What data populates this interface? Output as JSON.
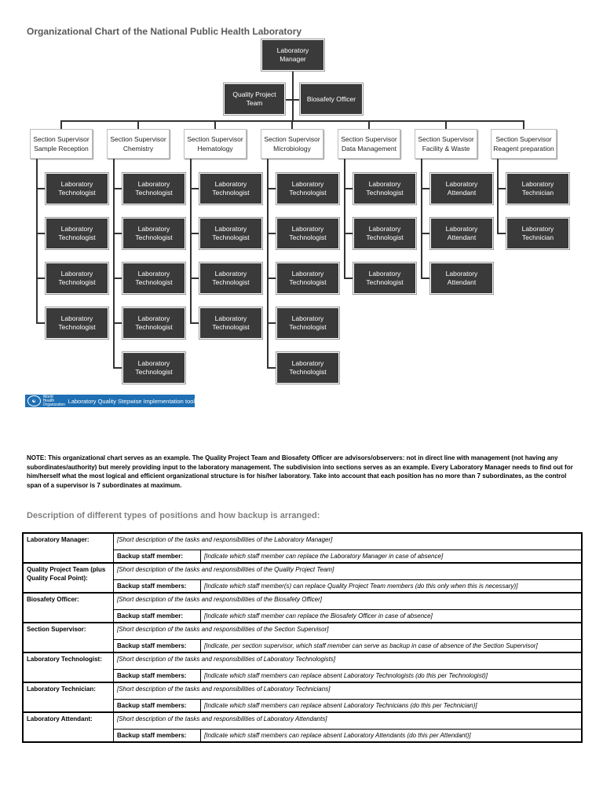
{
  "header": {
    "title": "Organizational Chart of the National Public Health Laboratory"
  },
  "org": {
    "manager": "Laboratory Manager",
    "advisors": [
      "Quality Project Team",
      "Biosafety Officer"
    ],
    "supervisors": [
      "Section Supervisor Sample Reception",
      "Section Supervisor Chemistry",
      "Section Supervisor Hematology",
      "Section Supervisor Microbiology",
      "Section Supervisor Data Management",
      "Section Supervisor Facility & Waste",
      "Section Supervisor Reagent preparation"
    ],
    "staff": {
      "tech": "Laboratory Technologist",
      "attendant": "Laboratory Attendant",
      "technician": "Laboratory Technician"
    }
  },
  "banner": {
    "org": "World Health Organization",
    "tool": "Laboratory Quality Stepwise Implementation tool"
  },
  "note": "NOTE: This organizational chart serves as an example. The Quality Project Team and Biosafety Officer are advisors/observers: not in direct line with management (not having any subordinates/authority) but merely providing input to the laboratory management. The subdivision into sections serves as an example. Every Laboratory Manager needs to find out for him/herself what the most logical and efficient organizational structure is for his/her laboratory. Take into account that each position has no more than 7 subordinates, as the control span of a supervisor is 7 subordinates at maximum.",
  "desc_title": "Description of different types of positions and how backup is arranged:",
  "positions": [
    {
      "role": "Laboratory Manager:",
      "desc": "[Short description of the tasks and responsibilities of the Laboratory Manager]",
      "backup_label": "Backup staff member:",
      "backup": "[Indicate which staff member can replace the Laboratory Manager in case of absence]"
    },
    {
      "role": "Quality Project Team (plus Quality Focal Point):",
      "desc": "[Short description of the tasks and responsibilities of the Quality Project Team]",
      "backup_label": "Backup staff members:",
      "backup": "[Indicate which staff member(s) can replace Quality Project Team members (do this only when this is necessary)]"
    },
    {
      "role": "Biosafety Officer:",
      "desc": "[Short description of the tasks and responsibilities of the Biosafety Officer]",
      "backup_label": "Backup staff member:",
      "backup": "[Indicate which staff member can replace the Biosafety Officer in case of absence]"
    },
    {
      "role": "Section Supervisor:",
      "desc": "[Short description of the tasks and responsibilities of the Section Supervisor]",
      "backup_label": "Backup staff members:",
      "backup": "[Indicate, per section supervisor, which staff member can serve as backup in case of absence of the Section Supervisor]"
    },
    {
      "role": "Laboratory Technologist:",
      "desc": "[Short description of the tasks and responsibilities of Laboratory Technologists]",
      "backup_label": "Backup staff members:",
      "backup": "[Indicate which staff members can replace absent Laboratory Technologists (do this per Technologist)]"
    },
    {
      "role": "Laboratory Technician:",
      "desc": "[Short description of the tasks and responsibilities of Laboratory Technicians]",
      "backup_label": "Backup staff members:",
      "backup": "[Indicate which staff members can replace absent Laboratory Technicians (do this per Technician)]"
    },
    {
      "role": "Laboratory Attendant:",
      "desc": "[Short description of the tasks and responsibilities of Laboratory Attendants]",
      "backup_label": "Backup staff members:",
      "backup": "[Indicate which staff members can replace absent Laboratory Attendants (do this per Attendant)]"
    }
  ]
}
